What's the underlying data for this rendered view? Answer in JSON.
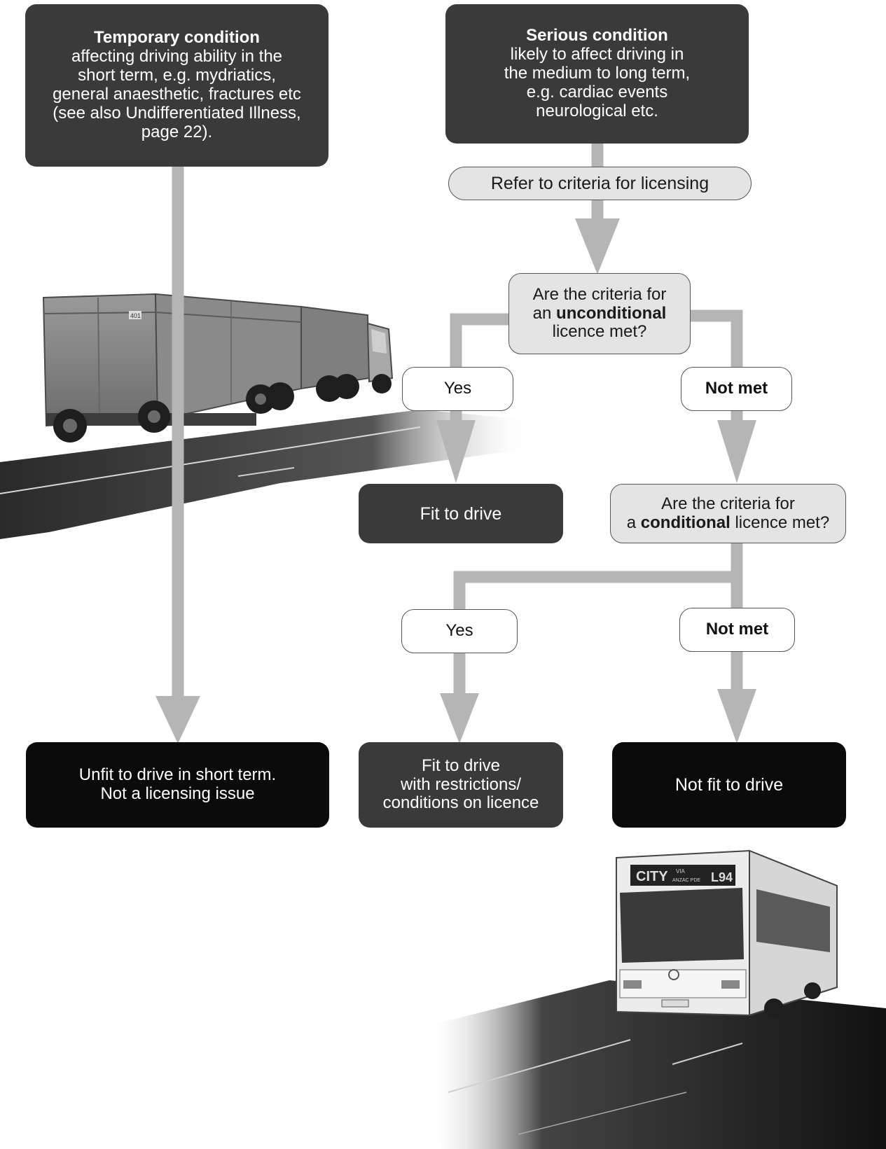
{
  "temporary": {
    "title": "Temporary condition",
    "lines": [
      "affecting driving ability in the",
      "short term, e.g. mydriatics,",
      "general anaesthetic, fractures etc",
      "(see also Undifferentiated Illness,",
      "page 22)."
    ]
  },
  "serious": {
    "title": "Serious condition",
    "lines": [
      "likely to affect driving in",
      "the medium to long term,",
      "e.g. cardiac events",
      "neurological etc."
    ]
  },
  "refer": "Refer to criteria for licensing",
  "q1": {
    "line1": "Are the criteria for",
    "line2_pre": "an ",
    "line2_bold": "unconditional",
    "line3": "licence met?"
  },
  "q1_yes": "Yes",
  "q1_no": "Not met",
  "fit": "Fit to drive",
  "q2": {
    "line1": "Are the criteria for",
    "line2_pre": "a ",
    "line2_bold": "conditional",
    "line2_post": " licence met?"
  },
  "q2_yes": "Yes",
  "q2_no": "Not met",
  "unfit_short": [
    "Unfit to drive in short term.",
    "Not a licensing issue"
  ],
  "fit_restrictions": [
    "Fit to drive",
    "with restrictions/",
    "conditions on licence"
  ],
  "not_fit": "Not fit to drive",
  "truck_sign": "401",
  "bus_destination": "CITY",
  "bus_route_via": "VIA",
  "bus_route_road": "ANZAC PDE",
  "bus_route_number": "L94",
  "colors": {
    "arrow": "#b5b5b5",
    "dark_box": "#3a3a3a",
    "black_box": "#0b0b0b",
    "light_box": "#e4e4e4"
  }
}
